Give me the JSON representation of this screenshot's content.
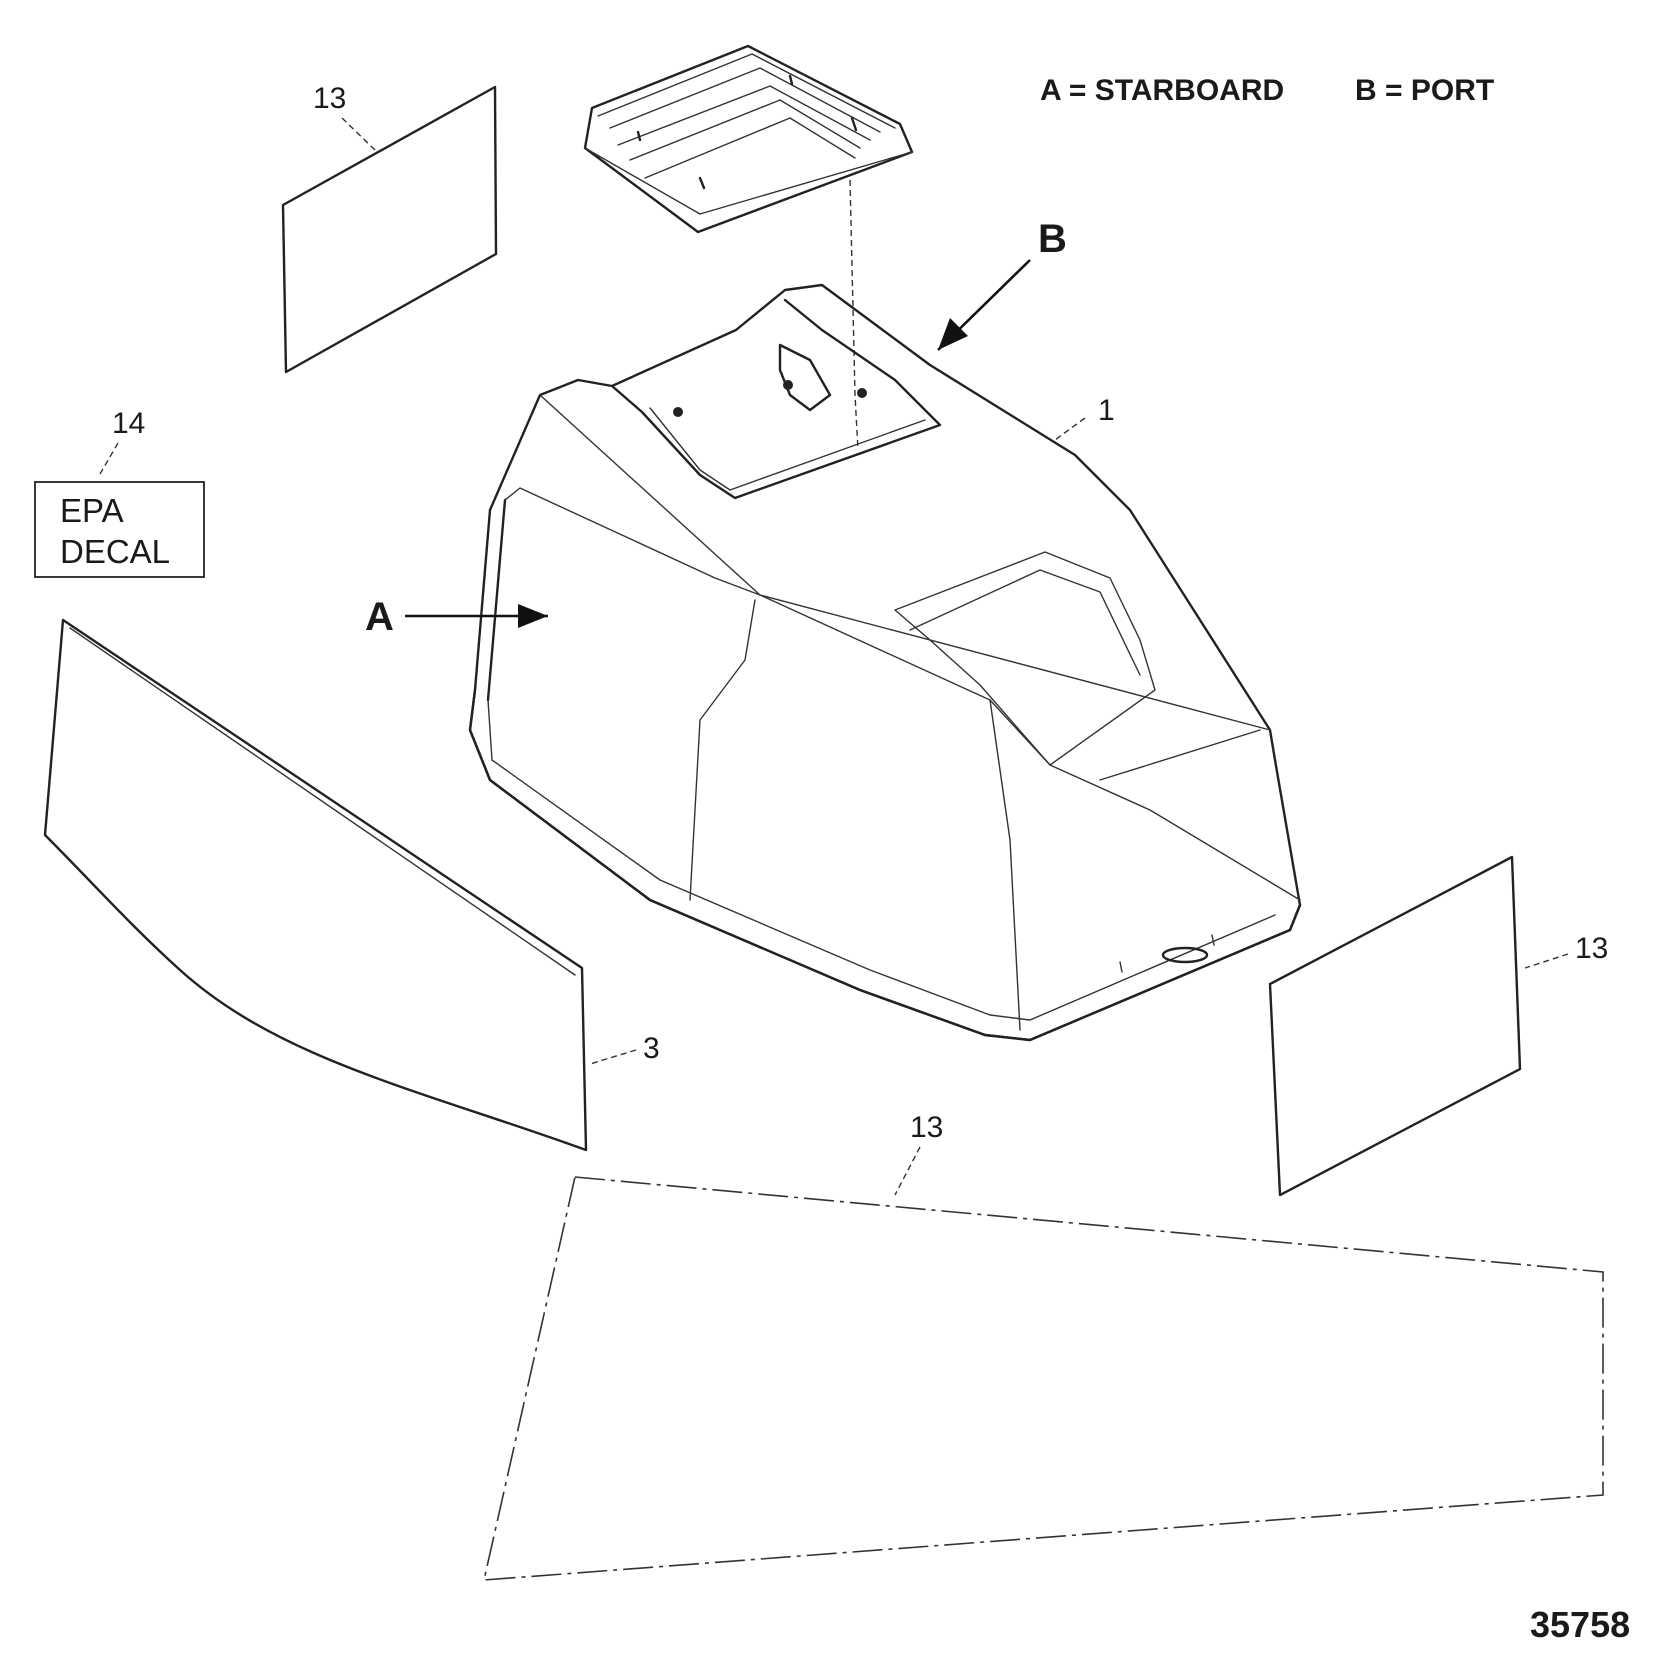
{
  "legend": {
    "a": "A = STARBOARD",
    "b": "B = PORT"
  },
  "direction_labels": {
    "a": "A",
    "b": "B"
  },
  "callouts": {
    "cowl": "1",
    "decal_side": "3",
    "decal_upper_left": "13",
    "decal_rear": "13",
    "decal_bottom": "13",
    "epa_decal": "14"
  },
  "epa_box": {
    "line1": "EPA",
    "line2": "DECAL"
  },
  "figure_number": "35758"
}
